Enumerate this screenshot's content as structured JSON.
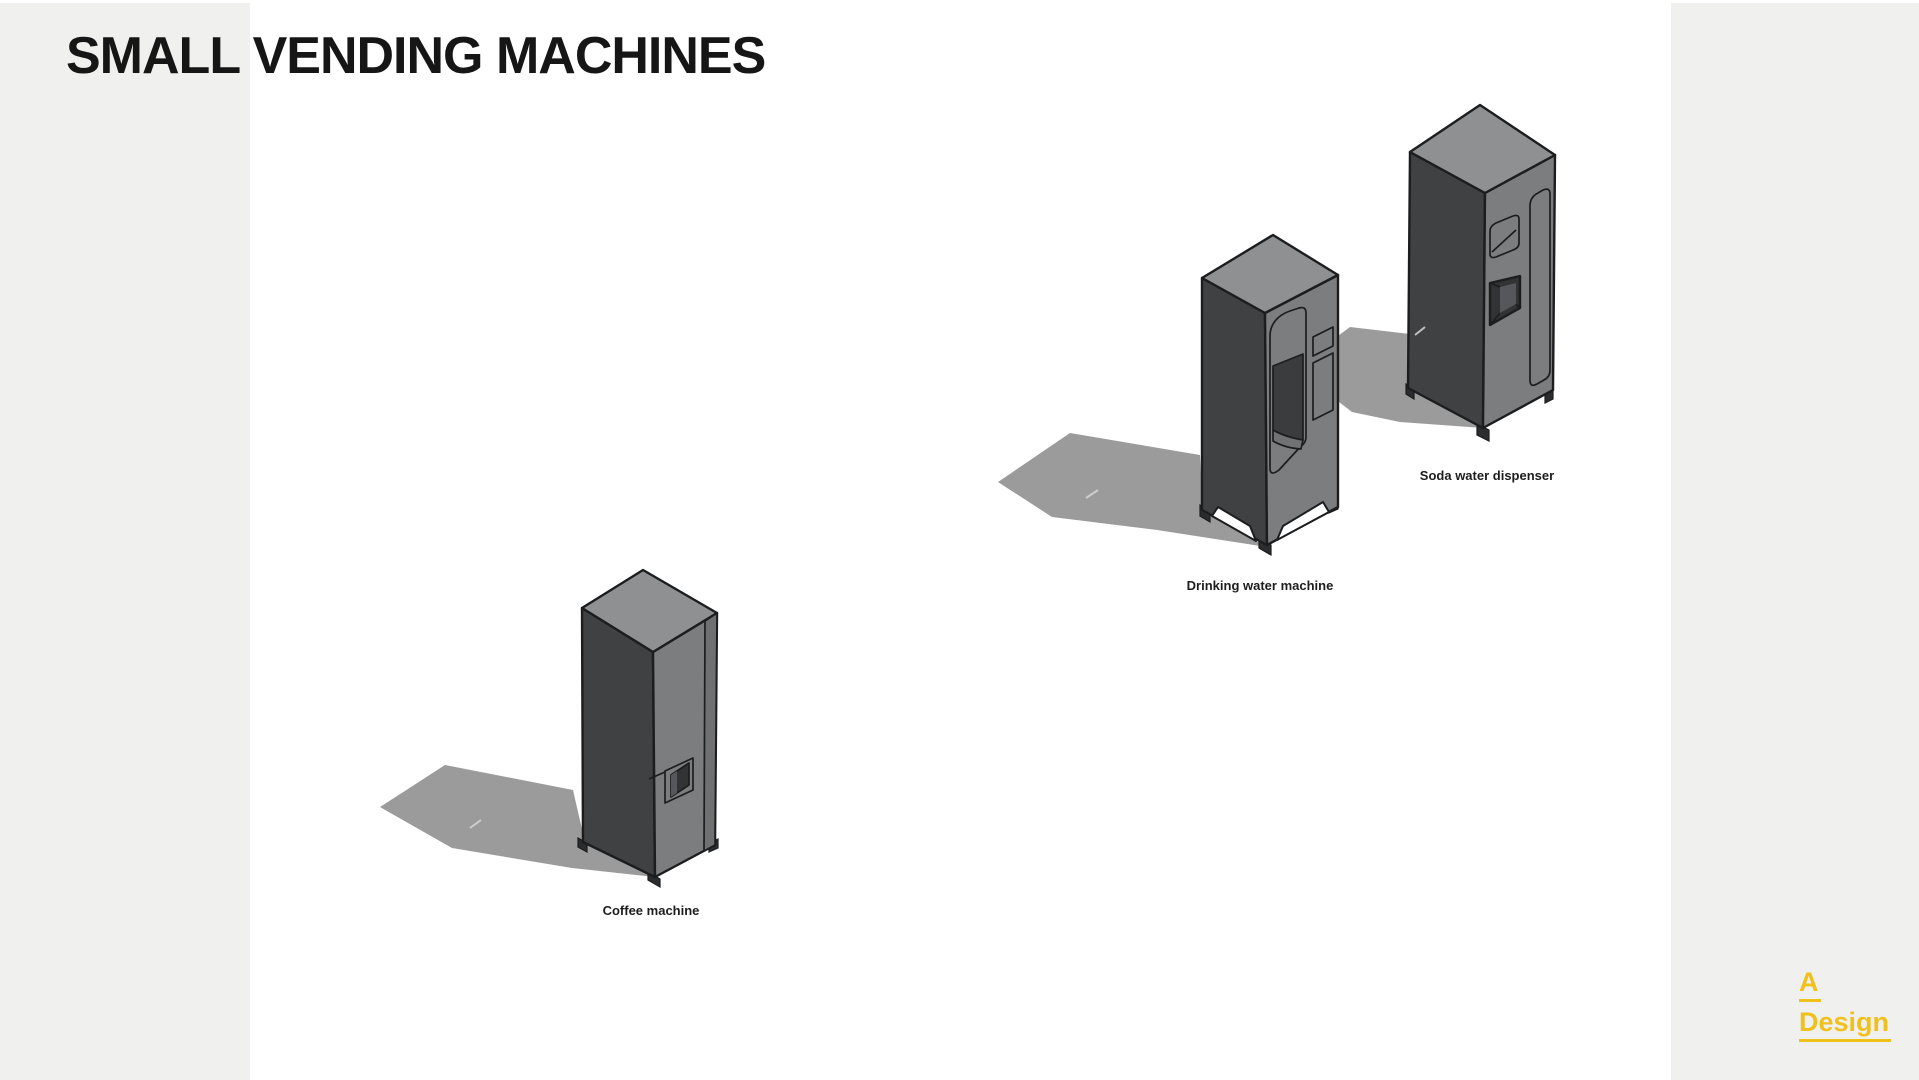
{
  "page": {
    "title": "SMALL VENDING MACHINES"
  },
  "machines": [
    {
      "id": "coffee-machine",
      "label": "Coffee machine"
    },
    {
      "id": "drinking-water-machine",
      "label": "Drinking water machine"
    },
    {
      "id": "soda-water-dispenser",
      "label": "Soda water dispenser"
    }
  ],
  "logo": {
    "line1": "A",
    "line2": "Design"
  },
  "palette": {
    "strip": "#f0f0ee",
    "bg": "#ffffff",
    "ink": "#161616",
    "label": "#1d1d1d",
    "brand": "#f0c11d",
    "face-left": "#3f4143",
    "face-right": "#7b7d7f",
    "face-top": "#8e9092",
    "shadow": "#9b9b9b",
    "line": "#1c1d1f"
  }
}
